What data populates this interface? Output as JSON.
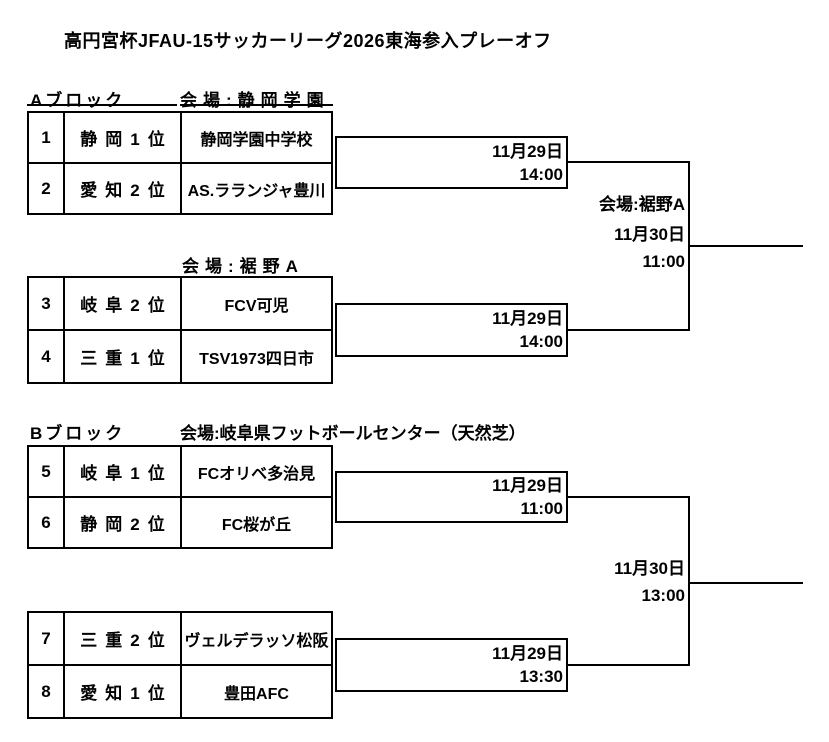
{
  "title": "高円宮杯JFAU-15サッカーリーグ2026東海参入プレーオフ",
  "block_a": {
    "label": "Aブロック",
    "group1_venue": "会場:静岡学園",
    "group2_venue": "会場:裾野A",
    "rows": [
      {
        "no": "1",
        "seed": "静岡1位",
        "team": "静岡学園中学校"
      },
      {
        "no": "2",
        "seed": "愛知2位",
        "team": "AS.ラランジャ豊川"
      },
      {
        "no": "3",
        "seed": "岐阜2位",
        "team": "FCV可児"
      },
      {
        "no": "4",
        "seed": "三重1位",
        "team": "TSV1973四日市"
      }
    ],
    "match1": {
      "date": "11月29日",
      "time": "14:00"
    },
    "match2": {
      "date": "11月29日",
      "time": "14:00"
    },
    "final": {
      "venue": "会場:裾野A",
      "date": "11月30日",
      "time": "11:00"
    }
  },
  "block_b": {
    "label": "Bブロック",
    "group1_venue": "会場:岐阜県フットボールセンター（天然芝）",
    "rows": [
      {
        "no": "5",
        "seed": "岐阜1位",
        "team": "FCオリベ多治見"
      },
      {
        "no": "6",
        "seed": "静岡2位",
        "team": "FC桜が丘"
      },
      {
        "no": "7",
        "seed": "三重2位",
        "team": "ヴェルデラッソ松阪"
      },
      {
        "no": "8",
        "seed": "愛知1位",
        "team": "豊田AFC"
      }
    ],
    "match1": {
      "date": "11月29日",
      "time": "11:00"
    },
    "match2": {
      "date": "11月29日",
      "time": "13:30"
    },
    "final": {
      "date": "11月30日",
      "time": "13:00"
    }
  },
  "line_color": "#000000"
}
